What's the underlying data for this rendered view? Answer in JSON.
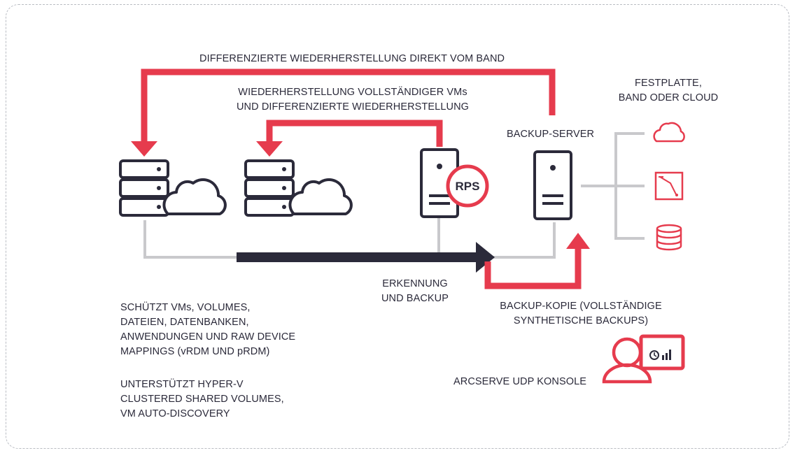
{
  "colors": {
    "accent": "#e63b4d",
    "dark": "#2b2a3a",
    "line_gray": "#c9c9cc",
    "frame": "#b9bcc3"
  },
  "labels": {
    "restore_from_tape": "DIFFERENZIERTE WIEDERHERSTELLUNG DIREKT VOM BAND",
    "restore_full_vms_line1": "WIEDERHERSTELLUNG VOLLSTÄNDIGER VMs",
    "restore_full_vms_line2": "UND DIFFERENZIERTE WIEDERHERSTELLUNG",
    "storage_line1": "FESTPLATTE,",
    "storage_line2": "BAND ODER CLOUD",
    "backup_server": "BACKUP-SERVER",
    "rps_badge": "RPS",
    "detection_line1": "ERKENNUNG",
    "detection_line2": "UND BACKUP",
    "backup_copy_line1": "BACKUP-KOPIE (VOLLSTÄNDIGE",
    "backup_copy_line2": "SYNTHETISCHE BACKUPS)",
    "protects": "SCHÜTZT VMs, VOLUMES,\nDATEIEN, DATENBANKEN,\nANWENDUNGEN UND RAW DEVICE\nMAPPINGS (vRDM UND pRDM)",
    "supports": "UNTERSTÜTZT HYPER-V\nCLUSTERED SHARED VOLUMES,\nVM AUTO-DISCOVERY",
    "console": "ARCSERVE UDP KONSOLE"
  },
  "icons": [
    "server-stack-icon",
    "cloud-icon",
    "tower-server-icon",
    "rps-badge-icon",
    "storage-cloud-icon",
    "storage-tape-icon",
    "storage-disk-icon",
    "user-icon",
    "console-monitor-icon",
    "clock-icon",
    "bar-chart-icon"
  ]
}
